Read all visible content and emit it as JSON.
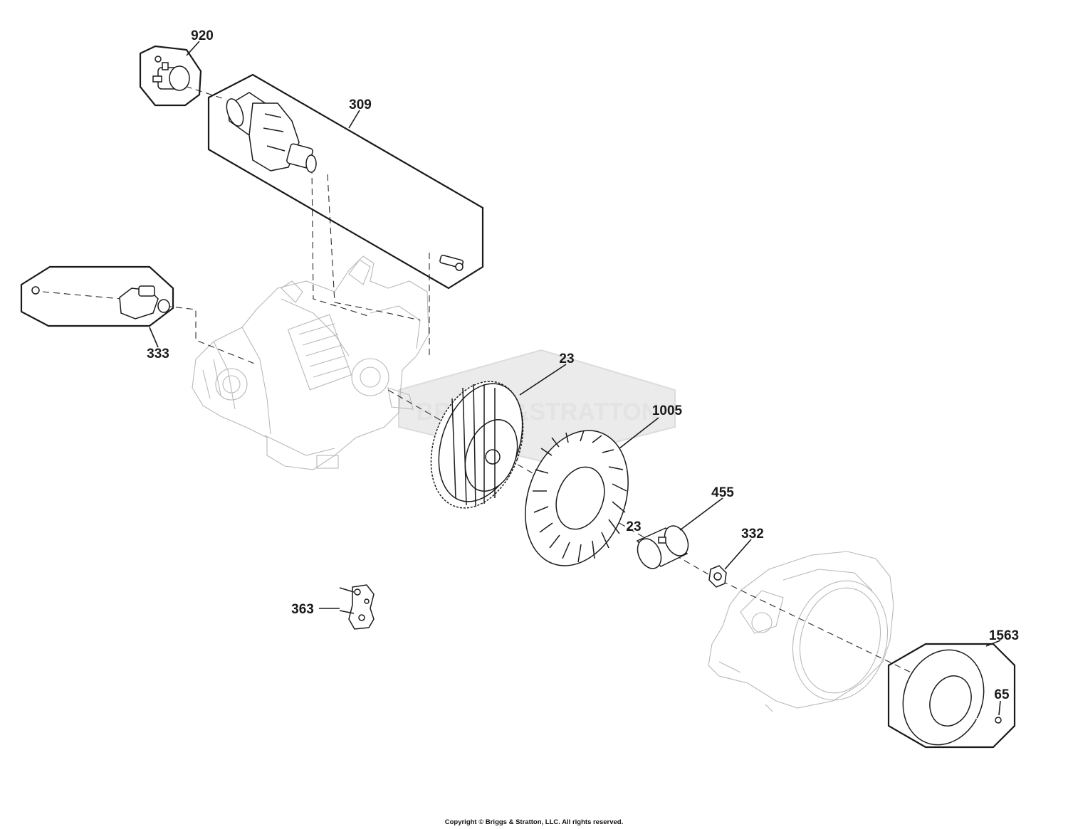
{
  "callouts": {
    "920": "920",
    "309": "309",
    "333": "333",
    "23a": "23",
    "23b": "23",
    "1005": "1005",
    "455": "455",
    "332": "332",
    "363": "363",
    "1563": "1563",
    "65": "65"
  },
  "watermark": "BRIGGS&STRATTON",
  "copyright": "Copyright © Briggs & Stratton, LLC. All rights reserved.",
  "colors": {
    "ink": "#1a1a1a",
    "ghost": "#b9b9b9",
    "watermark": "#ebebeb"
  }
}
